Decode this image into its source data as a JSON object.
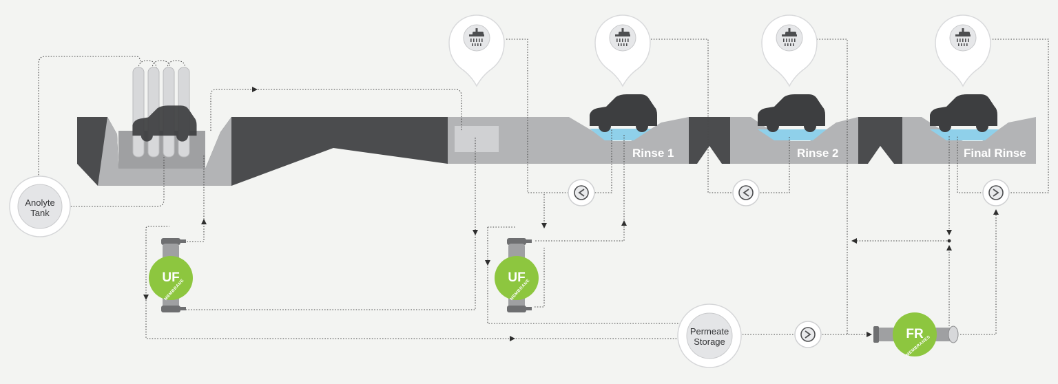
{
  "stations": {
    "rinse1": "Rinse 1",
    "rinse2": "Rinse 2",
    "final": "Final Rinse"
  },
  "tanks": {
    "anolyte_line1": "Anolyte",
    "anolyte_line2": "Tank",
    "permeate_line1": "Permeate",
    "permeate_line2": "Storage"
  },
  "membranes": {
    "uf_label": "UF",
    "uf_sub": "MEMBRANE",
    "fr_label": "FR",
    "fr_sub": "MEMBRANES"
  },
  "icons": {
    "shower": "shower-icon",
    "pump": "pump-icon",
    "car": "car-icon"
  },
  "colors": {
    "background": "#f3f4f2",
    "tank_dark": "#4b4c4e",
    "tank_mid": "#b3b4b6",
    "water": "#8fd0ea",
    "membrane_green": "#8dc63f"
  }
}
